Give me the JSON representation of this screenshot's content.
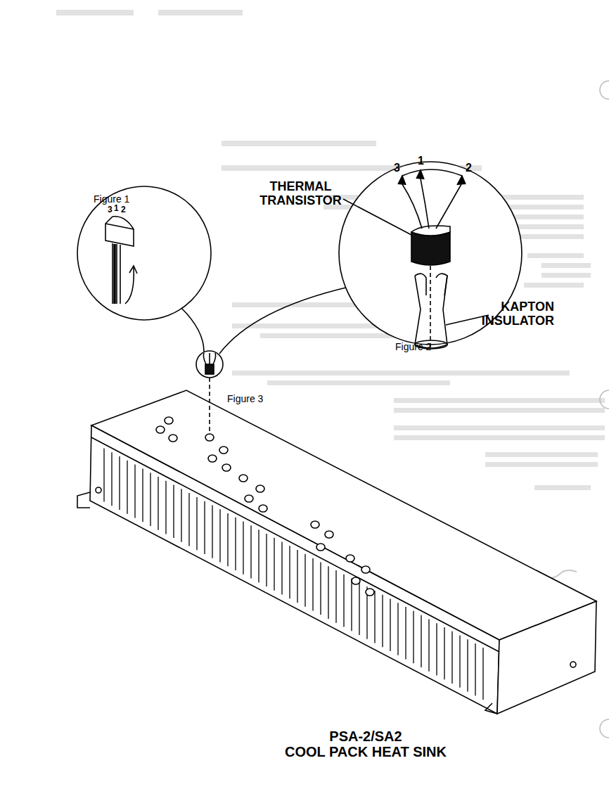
{
  "diagram": {
    "labels": [
      "Figure 1",
      "3",
      "1",
      "2",
      "THERMAL TRANSISTOR",
      "3",
      "1",
      "2",
      "KAPTON INSULATOR",
      "Figure 2",
      "Figure 3",
      "PSA-2/SA2 COOL PACK HEAT SINK"
    ]
  }
}
